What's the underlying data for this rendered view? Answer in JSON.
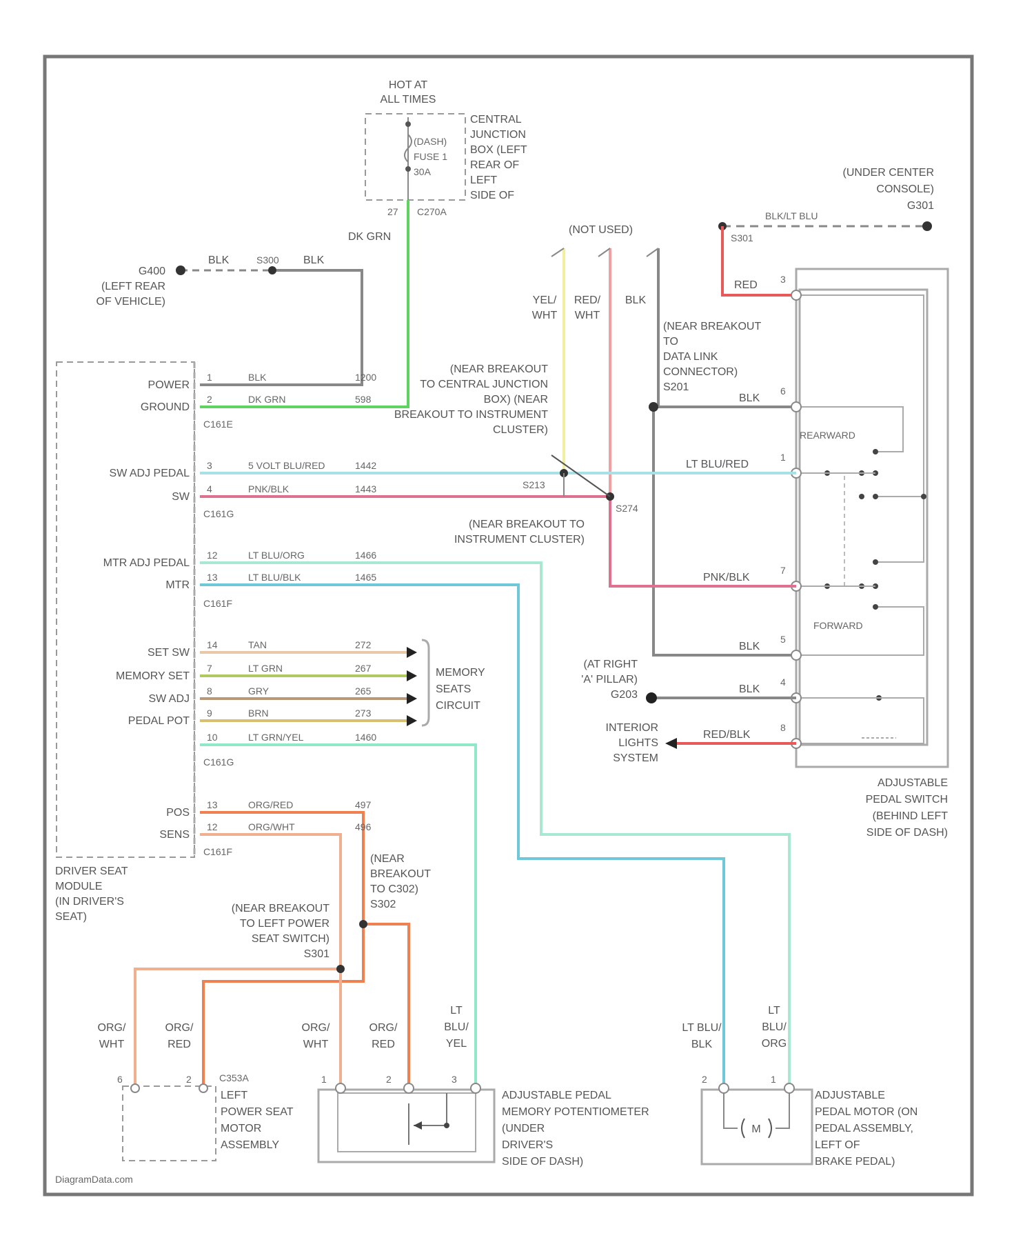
{
  "diagram": {
    "watermark": "DiagramData.com",
    "hot_label": "HOT AT\nALL TIMES",
    "fuse": {
      "block_label": "CENTRAL\nJUNCTION\nBOX (LEFT\nREAR OF\nLEFT\nSIDE OF",
      "fuse_label": "(DASH)\nFUSE 1\n30A",
      "pin": "27",
      "connector": "C270A",
      "wire": "DK GRN"
    },
    "ground_g400": {
      "label": "G400\n(LEFT REAR\nOF VEHICLE)",
      "splice": "S300",
      "wire1": "BLK",
      "wire2": "BLK"
    },
    "not_used": "(NOT USED)",
    "console": {
      "label": "(UNDER CENTER\nCONSOLE)\nG301",
      "wire": "BLK/LT BLU",
      "splice": "S301",
      "red": "RED"
    },
    "upper_wires": [
      {
        "color": "YEL/\nWHT"
      },
      {
        "color": "RED/\nWHT"
      },
      {
        "color": "BLK"
      }
    ],
    "module": {
      "label": "DRIVER SEAT\nMODULE\n(IN DRIVER'S\nSEAT)",
      "rows": [
        {
          "name": "POWER",
          "wire": "BLK",
          "circuit": "1200",
          "pin": "1"
        },
        {
          "name": "GROUND",
          "wire": "DK GRN",
          "circuit": "598",
          "pin": "2"
        },
        {
          "name": "C161E",
          "wire": "",
          "circuit": "",
          "pin": ""
        },
        {
          "name": "SW ADJ PEDAL",
          "wire": "5 VOLT BLU/RED",
          "circuit": "1442",
          "pin": "3"
        },
        {
          "name": "SW",
          "wire": "PNK/BLK",
          "circuit": "1443",
          "pin": "4"
        },
        {
          "name": "C161G",
          "wire": "",
          "circuit": "",
          "pin": ""
        },
        {
          "name": "MTR ADJ PEDAL",
          "wire": "LT BLU/ORG",
          "circuit": "1466",
          "pin": "12"
        },
        {
          "name": "MTR",
          "wire": "LT BLU/BLK",
          "circuit": "1465",
          "pin": "13"
        },
        {
          "name": "C161F",
          "wire": "",
          "circuit": "",
          "pin": ""
        },
        {
          "name": "SET SW",
          "wire": "TAN",
          "circuit": "272",
          "pin": "14"
        },
        {
          "name": "MEMORY SET",
          "wire": "LT GRN",
          "circuit": "267",
          "pin": "7"
        },
        {
          "name": "SW ADJ",
          "wire": "GRY",
          "circuit": "265",
          "pin": "8"
        },
        {
          "name": "PEDAL POT",
          "wire": "BRN",
          "circuit": "273",
          "pin": "9"
        },
        {
          "name": "",
          "wire": "LT GRN/YEL",
          "circuit": "1460",
          "pin": "10"
        },
        {
          "name": "C161G",
          "wire": "",
          "circuit": "",
          "pin": ""
        },
        {
          "name": "POS",
          "wire": "ORG/RED",
          "circuit": "497",
          "pin": "13"
        },
        {
          "name": "SENS",
          "wire": "ORG/WHT",
          "circuit": "496",
          "pin": "12"
        },
        {
          "name": "C161F",
          "wire": "",
          "circuit": "",
          "pin": ""
        }
      ]
    },
    "memory_label": "MEMORY\nSEATS\nCIRCUIT",
    "breakout_cjb": "(NEAR BREAKOUT\nTO CENTRAL JUNCTION\nBOX) (NEAR\nBREAKOUT TO INSTRUMENT\nCLUSTER)",
    "breakout_ic": "(NEAR BREAKOUT TO\nINSTRUMENT CLUSTER)",
    "splice_s213": "S213",
    "splice_s274": "S274",
    "breakout_dlc": "(NEAR BREAKOUT\nTO\nDATA LINK\nCONNECTOR)\nS201",
    "switch": {
      "label": "ADJUSTABLE\nPEDAL SWITCH\n(BEHIND LEFT\nSIDE OF DASH)",
      "rearward": "REARWARD",
      "forward": "FORWARD",
      "pins": [
        {
          "pin": "3",
          "wire": "RED"
        },
        {
          "pin": "6",
          "wire": "BLK"
        },
        {
          "pin": "1",
          "wire": "LT BLU/RED"
        },
        {
          "pin": "7",
          "wire": "PNK/BLK"
        },
        {
          "pin": "5",
          "wire": "BLK"
        },
        {
          "pin": "4",
          "wire": "BLK"
        },
        {
          "pin": "8",
          "wire": "RED/BLK"
        }
      ]
    },
    "g203": "(AT RIGHT\n'A' PILLAR)\nG203",
    "interior": "INTERIOR\nLIGHTS\nSYSTEM",
    "breakout_c302": "(NEAR\nBREAKOUT\nTO C302)\nS302",
    "breakout_seat": "(NEAR BREAKOUT\nTO LEFT POWER\nSEAT SWITCH)\nS301",
    "bottom_wires": [
      "ORG/\nWHT",
      "ORG/\nRED",
      "ORG/\nWHT",
      "ORG/\nRED",
      "LT\nBLU/\nYEL",
      "LT BLU/\nBLK",
      "LT\nBLU/\nORG"
    ],
    "motor_seat": {
      "label": "LEFT\nPOWER SEAT\nMOTOR\nASSEMBLY",
      "connector": "C353A",
      "pin_a": "6",
      "pin_b": "2"
    },
    "potentiometer": {
      "label": "ADJUSTABLE PEDAL\nMEMORY POTENTIOMETER\n(UNDER\nDRIVER'S\nSIDE OF DASH)",
      "pins": [
        "1",
        "2",
        "3"
      ]
    },
    "pedal_motor": {
      "label": "ADJUSTABLE\nPEDAL MOTOR (ON\nPEDAL ASSEMBLY,\nLEFT OF\nBRAKE PEDAL)",
      "pins": [
        "2",
        "1"
      ],
      "symbol": "M"
    },
    "colors": {
      "green": "#5fd35f",
      "gray": "#888888",
      "pink": "#e06c8c",
      "red": "#e85a5a",
      "ltblue": "#8fd8d8",
      "cyan": "#6fc8d8",
      "ltgreen": "#8fe8c8",
      "orange": "#f0a070",
      "orange2": "#f08050",
      "yellow": "#f0f0a0",
      "tan": "#e8c8a8",
      "olive": "#b0c860",
      "brown": "#b89878",
      "gold": "#d8c070"
    }
  }
}
